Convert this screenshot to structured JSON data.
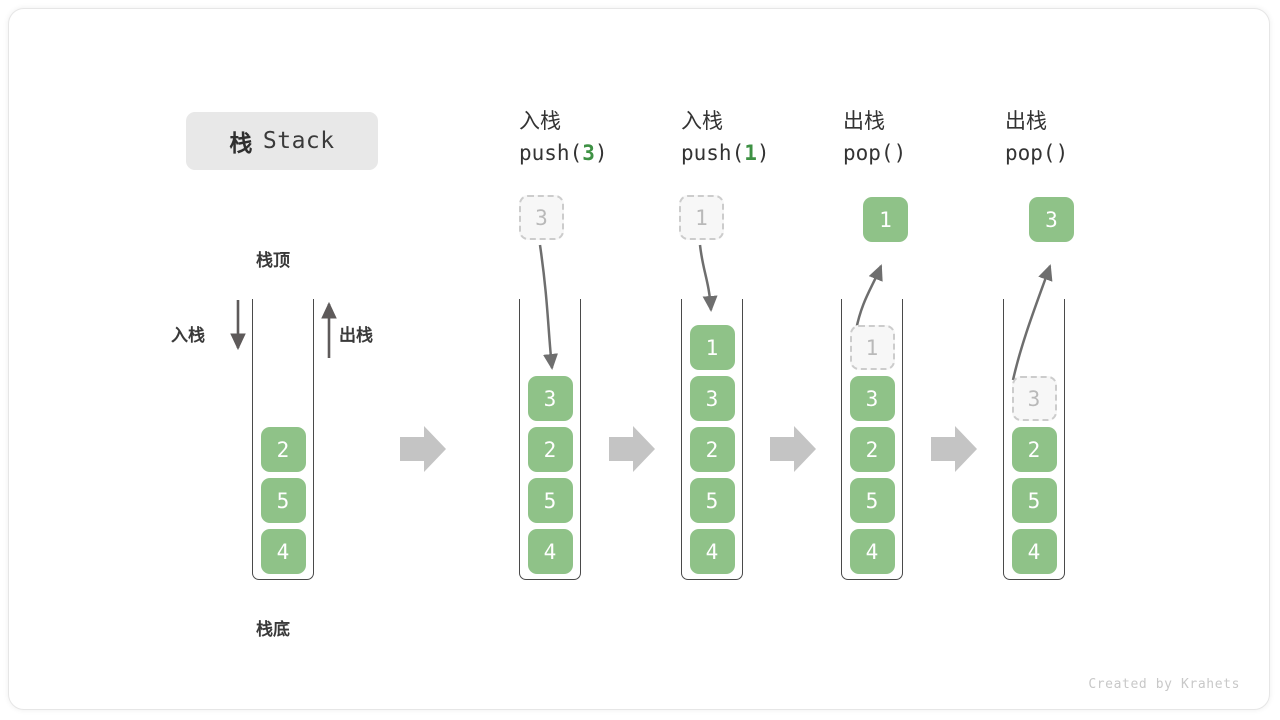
{
  "diagram": {
    "title_cn": "栈",
    "title_en": "Stack",
    "watermark": "Created by Krahets",
    "colors": {
      "element_green": "#8fc288",
      "arg_green": "#3e9144",
      "ghost_gray": "#cccccc",
      "wall_gray": "#4a4a4a",
      "flow_arrow_gray": "#c4c4c4",
      "chip_gray": "#e8e8e8"
    },
    "legend": {
      "top_label": "栈顶",
      "bottom_label": "栈底",
      "push_label": "入栈",
      "pop_label": "出栈"
    },
    "steps": [
      {
        "id": "initial",
        "op_cn": "",
        "op_code_prefix": "",
        "op_code_arg": "",
        "op_code_suffix": "",
        "stack": [
          "4",
          "5",
          "2"
        ],
        "ghost_top": null,
        "float_value": null,
        "float_kind": null
      },
      {
        "id": "push-3",
        "op_cn": "入栈",
        "op_code_prefix": "push(",
        "op_code_arg": "3",
        "op_code_suffix": ")",
        "stack": [
          "4",
          "5",
          "2",
          "3"
        ],
        "ghost_top": null,
        "float_value": "3",
        "float_kind": "ghost"
      },
      {
        "id": "push-1",
        "op_cn": "入栈",
        "op_code_prefix": "push(",
        "op_code_arg": "1",
        "op_code_suffix": ")",
        "stack": [
          "4",
          "5",
          "2",
          "3",
          "1"
        ],
        "ghost_top": null,
        "float_value": "1",
        "float_kind": "ghost"
      },
      {
        "id": "pop-1",
        "op_cn": "出栈",
        "op_code_prefix": "pop(",
        "op_code_arg": "",
        "op_code_suffix": ")",
        "stack": [
          "4",
          "5",
          "2",
          "3"
        ],
        "ghost_top": "1",
        "float_value": "1",
        "float_kind": "filled"
      },
      {
        "id": "pop-3",
        "op_cn": "出栈",
        "op_code_prefix": "pop(",
        "op_code_arg": "",
        "op_code_suffix": ")",
        "stack": [
          "4",
          "5",
          "2"
        ],
        "ghost_top": "3",
        "float_value": "3",
        "float_kind": "filled"
      }
    ]
  }
}
